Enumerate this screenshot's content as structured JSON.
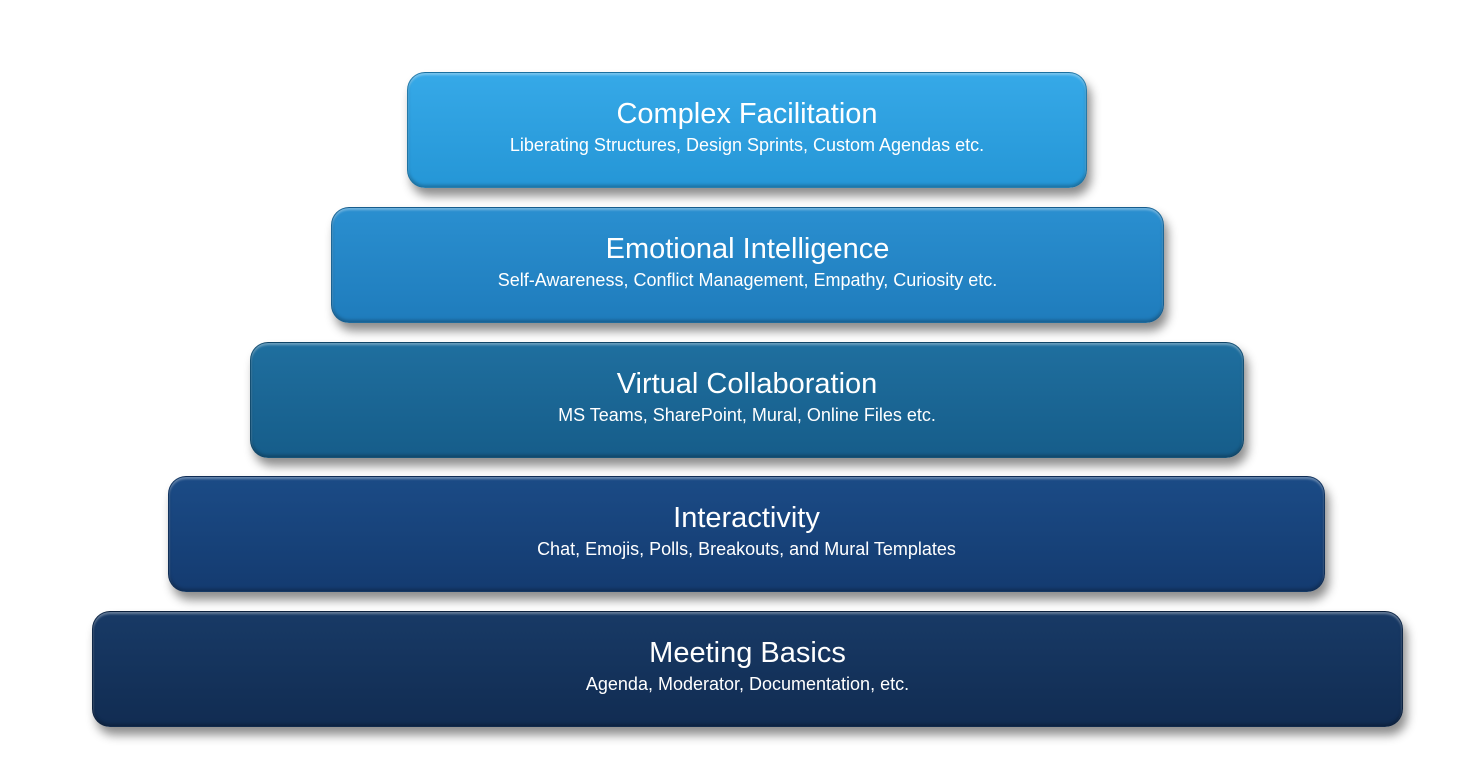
{
  "levels": [
    {
      "title": "Complex Facilitation",
      "subtitle": "Liberating Structures, Design Sprints, Custom Agendas etc.",
      "color_top": "#36a9e8",
      "color_bottom": "#2596d6"
    },
    {
      "title": "Emotional Intelligence",
      "subtitle": "Self-Awareness, Conflict Management, Empathy, Curiosity etc.",
      "color_top": "#2a8fd0",
      "color_bottom": "#1f7cbc"
    },
    {
      "title": "Virtual Collaboration",
      "subtitle": "MS Teams, SharePoint, Mural, Online Files etc.",
      "color_top": "#1f6f9f",
      "color_bottom": "#165d8a"
    },
    {
      "title": "Interactivity",
      "subtitle": "Chat, Emojis, Polls, Breakouts, and Mural Templates",
      "color_top": "#1b4b86",
      "color_bottom": "#143b70"
    },
    {
      "title": "Meeting Basics",
      "subtitle": "Agenda, Moderator, Documentation, etc.",
      "color_top": "#183a66",
      "color_bottom": "#112c52"
    }
  ]
}
